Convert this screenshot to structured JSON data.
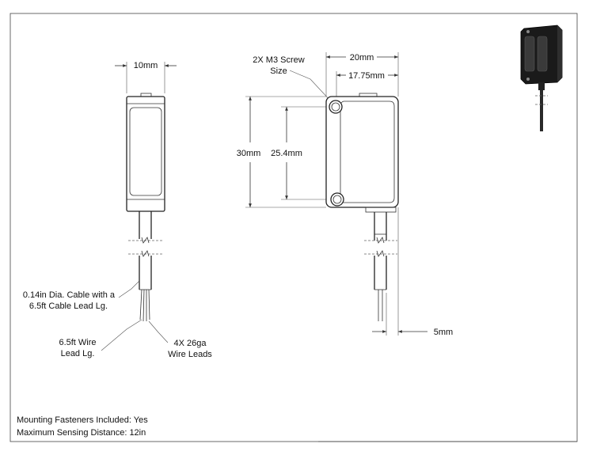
{
  "drawing": {
    "front_view": {
      "width_dim": "10mm",
      "cable_note_line1": "0.14in Dia. Cable with a",
      "cable_note_line2": "6.5ft Cable Lead Lg.",
      "wire_note_line1": "6.5ft Wire",
      "wire_note_line2": "Lead Lg.",
      "leads_note_line1": "4X 26ga",
      "leads_note_line2": "Wire Leads"
    },
    "side_view": {
      "screw_note_line1": "2X M3 Screw",
      "screw_note_line2": "Size",
      "overall_width_dim": "20mm",
      "hole_spacing_width_dim": "17.75mm",
      "height_dim": "30mm",
      "hole_spacing_height_dim": "25.4mm",
      "cable_offset_dim": "5mm"
    },
    "specs": {
      "mounting": "Mounting Fasteners Included: Yes",
      "sensing": "Maximum Sensing Distance: 12in"
    }
  },
  "colors": {
    "line": "#222222",
    "photo_body": "#1a1a1a"
  }
}
